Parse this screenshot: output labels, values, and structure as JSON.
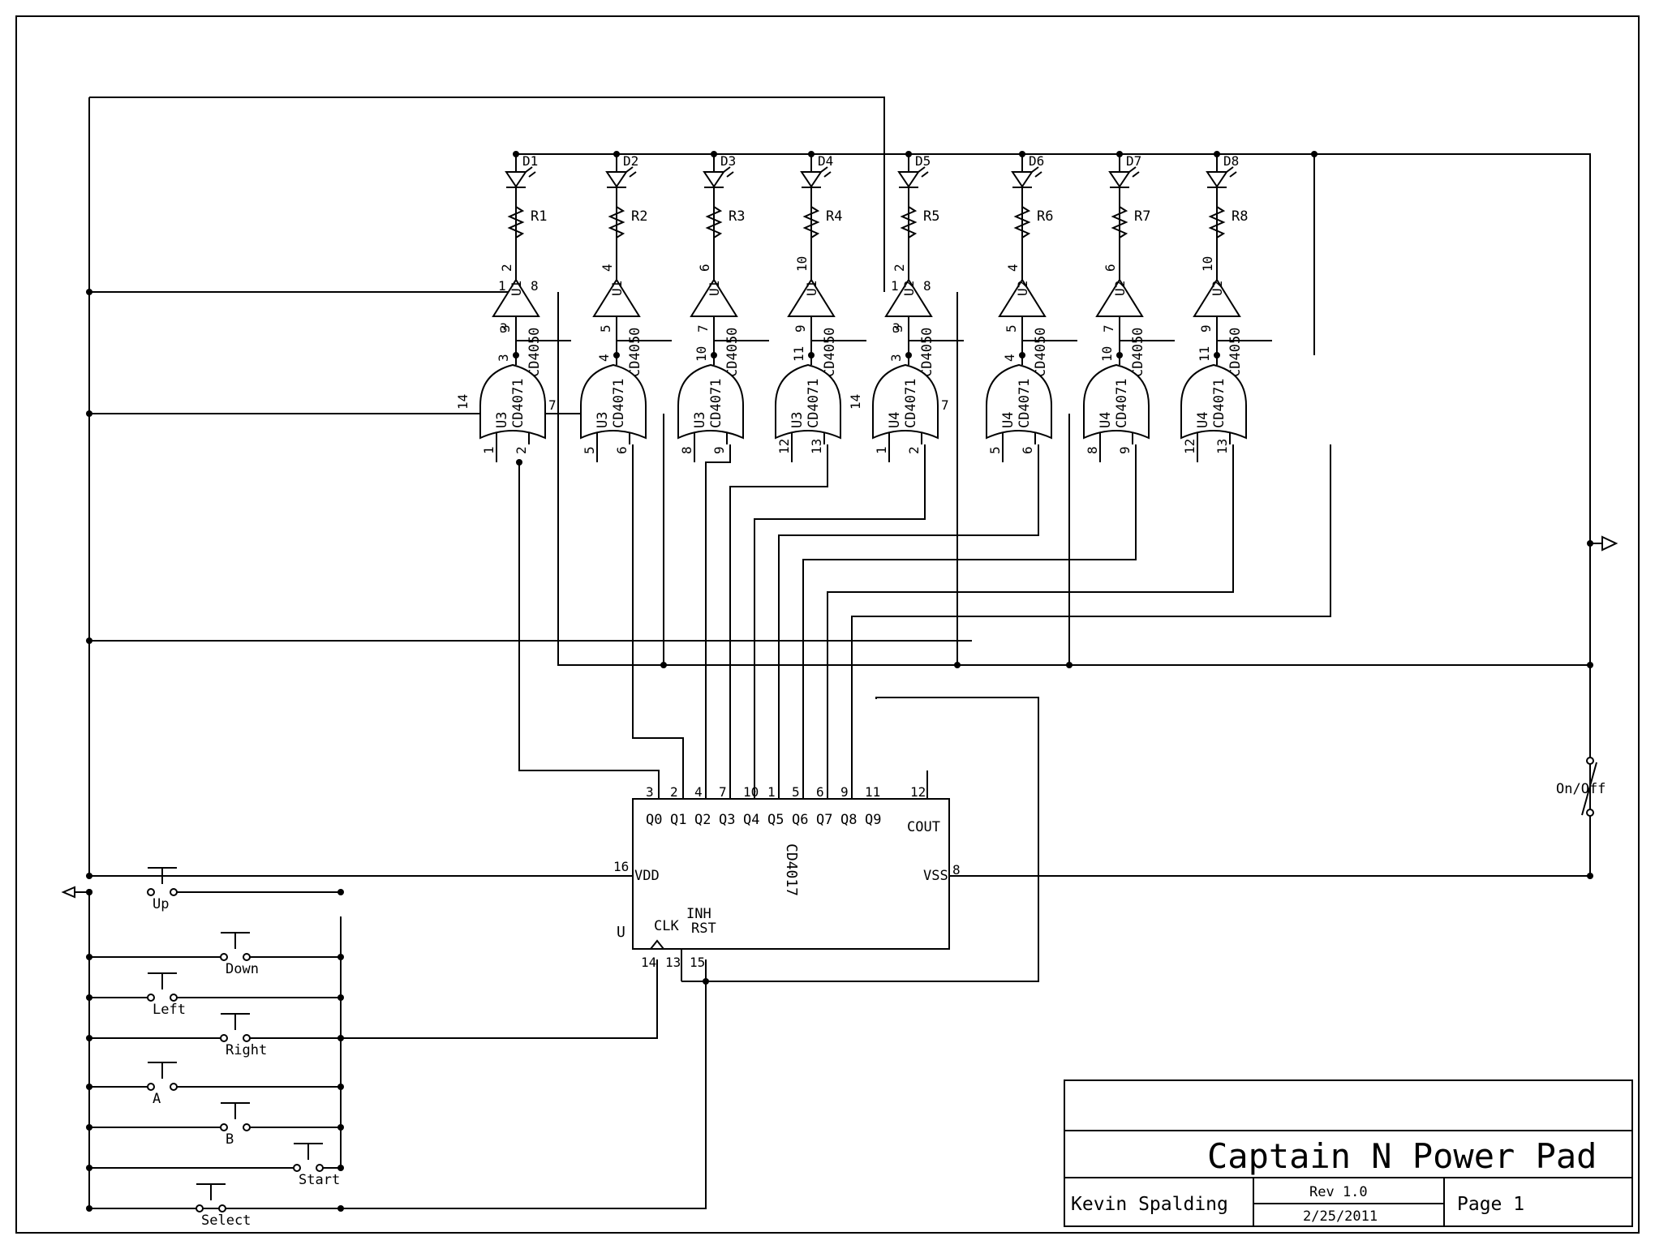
{
  "title_block": {
    "title": "Captain N Power Pad",
    "author": "Kevin Spalding",
    "revision": "Rev 1.0",
    "date": "2/25/2011",
    "page": "Page 1"
  },
  "diodes": [
    "D1",
    "D2",
    "D3",
    "D4",
    "D5",
    "D6",
    "D7",
    "D8"
  ],
  "resistors": [
    "R1",
    "R2",
    "R3",
    "R4",
    "R5",
    "R6",
    "R7",
    "R8"
  ],
  "buffers": [
    {
      "unit": "U1",
      "part": "CD4050",
      "in_pin": "3",
      "out_pin": "2"
    },
    {
      "unit": "U1",
      "part": "CD4050",
      "in_pin": "5",
      "out_pin": "4"
    },
    {
      "unit": "U1",
      "part": "CD4050",
      "in_pin": "7",
      "out_pin": "6"
    },
    {
      "unit": "U1",
      "part": "CD4050",
      "in_pin": "9",
      "out_pin": "10"
    },
    {
      "unit": "U2",
      "part": "CD4050",
      "in_pin": "3",
      "out_pin": "2"
    },
    {
      "unit": "U2",
      "part": "CD4050",
      "in_pin": "5",
      "out_pin": "4"
    },
    {
      "unit": "U2",
      "part": "CD4050",
      "in_pin": "7",
      "out_pin": "6"
    },
    {
      "unit": "U2",
      "part": "CD4050",
      "in_pin": "9",
      "out_pin": "10"
    }
  ],
  "buffer_power_pins": [
    "1",
    "8"
  ],
  "or_gates": [
    {
      "unit": "U3",
      "part": "CD4071",
      "out_pin": "3",
      "in_a": "1",
      "in_b": "2"
    },
    {
      "unit": "U3",
      "part": "CD4071",
      "out_pin": "4",
      "in_a": "5",
      "in_b": "6"
    },
    {
      "unit": "U3",
      "part": "CD4071",
      "out_pin": "10",
      "in_a": "8",
      "in_b": "9"
    },
    {
      "unit": "U3",
      "part": "CD4071",
      "out_pin": "11",
      "in_a": "12",
      "in_b": "13"
    },
    {
      "unit": "U4",
      "part": "CD4071",
      "out_pin": "3",
      "in_a": "1",
      "in_b": "2"
    },
    {
      "unit": "U4",
      "part": "CD4071",
      "out_pin": "4",
      "in_a": "5",
      "in_b": "6"
    },
    {
      "unit": "U4",
      "part": "CD4071",
      "out_pin": "10",
      "in_a": "8",
      "in_b": "9"
    },
    {
      "unit": "U4",
      "part": "CD4071",
      "out_pin": "11",
      "in_a": "12",
      "in_b": "13"
    }
  ],
  "or_power_pins": [
    "14",
    "7"
  ],
  "counter": {
    "part": "CD4017",
    "ref": "U",
    "outputs": [
      "Q0",
      "Q1",
      "Q2",
      "Q3",
      "Q4",
      "Q5",
      "Q6",
      "Q7",
      "Q8",
      "Q9"
    ],
    "output_pins": [
      "3",
      "2",
      "4",
      "7",
      "10",
      "1",
      "5",
      "6",
      "9",
      "11"
    ],
    "cout": "COUT",
    "cout_pin": "12",
    "vdd": "VDD",
    "vdd_pin": "16",
    "vss": "VSS",
    "vss_pin": "8",
    "clk": "CLK",
    "clk_pin": "14",
    "inh": "INH",
    "inh_pin": "13",
    "rst": "RST",
    "rst_pin": "15"
  },
  "buttons": [
    "Up",
    "Down",
    "Left",
    "Right",
    "A",
    "B",
    "Start",
    "Select"
  ],
  "power_switch": "On/Off"
}
